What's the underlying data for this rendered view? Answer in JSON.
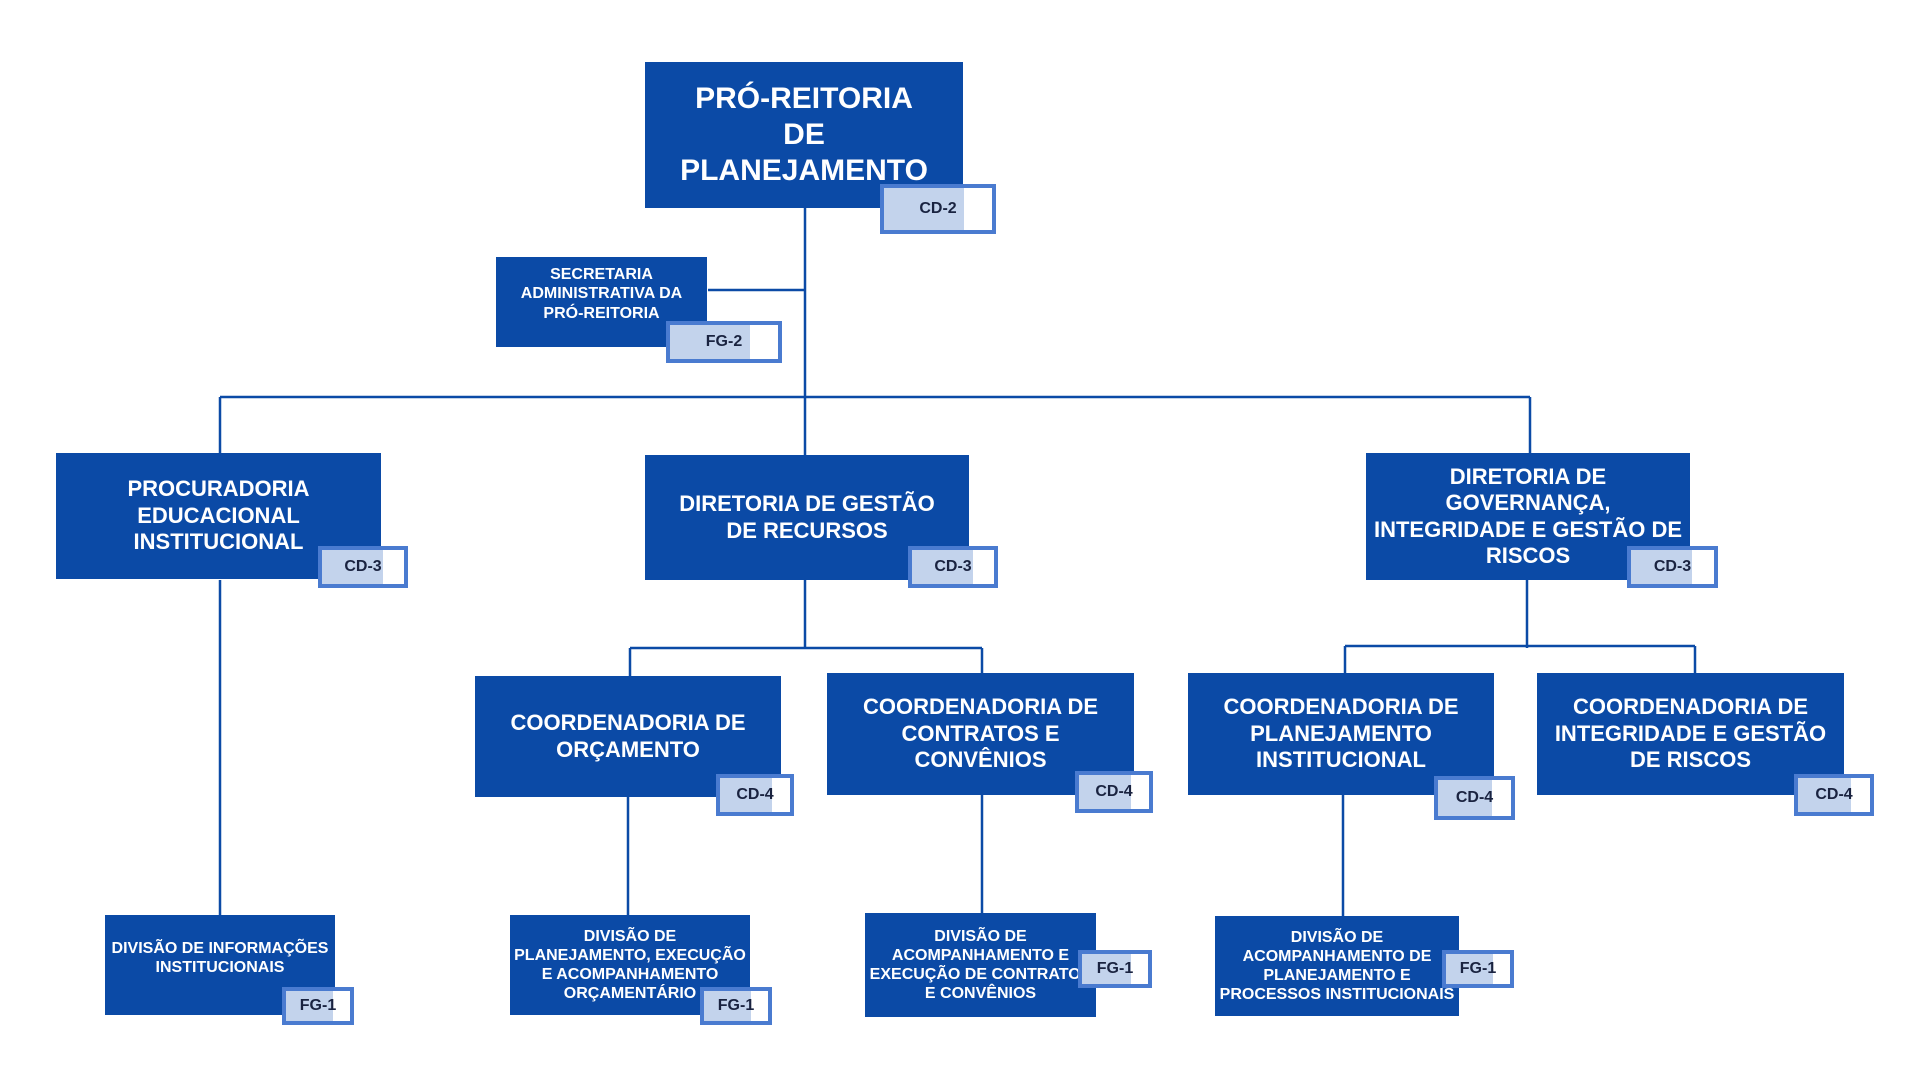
{
  "colors": {
    "box": "#0b4aa6",
    "badge_border": "#4a7bd0",
    "badge_fill": "#c3d3ec",
    "line": "#0b4aa6"
  },
  "nodes": {
    "pro_reitoria": {
      "title": "PRÓ-REITORIA DE PLANEJAMENTO",
      "code": "CD-2"
    },
    "secretaria": {
      "title": "SECRETARIA ADMINISTRATIVA DA PRÓ-REITORIA",
      "code": "FG-2"
    },
    "procuradoria": {
      "title": "PROCURADORIA EDUCACIONAL INSTITUCIONAL",
      "code": "CD-3"
    },
    "dir_recursos": {
      "title": "DIRETORIA DE GESTÃO DE RECURSOS",
      "code": "CD-3"
    },
    "dir_governanca": {
      "title": "DIRETORIA DE GOVERNANÇA, INTEGRIDADE E GESTÃO DE RISCOS",
      "code": "CD-3"
    },
    "coord_orcamento": {
      "title": "COORDENADORIA DE ORÇAMENTO",
      "code": "CD-4"
    },
    "coord_contratos": {
      "title": "COORDENADORIA DE CONTRATOS E CONVÊNIOS",
      "code": "CD-4"
    },
    "coord_planejamento": {
      "title": "COORDENADORIA DE PLANEJAMENTO INSTITUCIONAL",
      "code": "CD-4"
    },
    "coord_integridade": {
      "title": "COORDENADORIA DE INTEGRIDADE E GESTÃO DE RISCOS",
      "code": "CD-4"
    },
    "div_informacoes": {
      "title": "DIVISÃO DE INFORMAÇÕES INSTITUCIONAIS",
      "code": "FG-1"
    },
    "div_orcamentario": {
      "title": "DIVISÃO DE PLANEJAMENTO, EXECUÇÃO E ACOMPANHAMENTO ORÇAMENTÁRIO",
      "code": "FG-1"
    },
    "div_contratos": {
      "title": "DIVISÃO DE ACOMPANHAMENTO E EXECUÇÃO DE CONTRATOS E CONVÊNIOS",
      "code": "FG-1"
    },
    "div_processos": {
      "title": "DIVISÃO DE ACOMPANHAMENTO DE PLANEJAMENTO E PROCESSOS INSTITUCIONAIS",
      "code": "FG-1"
    }
  }
}
